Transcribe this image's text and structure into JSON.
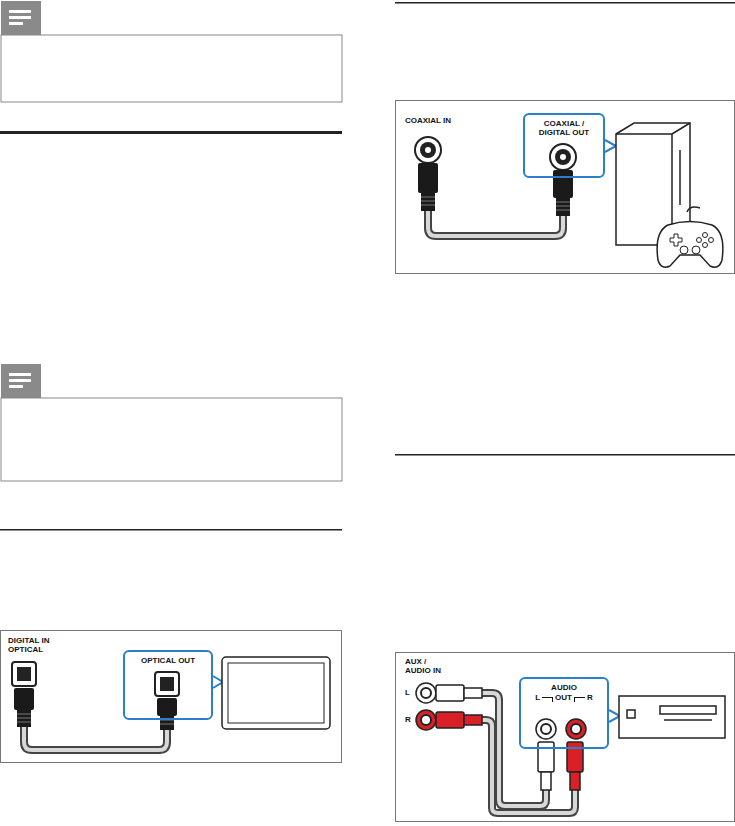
{
  "diagram": {
    "nodes": [
      {
        "text": [
          "COAXIAL / DIGITAL OUT"
        ]
      },
      {
        "text": [
          "OPTICAL OUT"
        ]
      },
      {
        "text": [
          "AUDIO",
          "OUT",
          "L",
          "R"
        ]
      }
    ],
    "labels": [
      "COAXIAL IN",
      "DIGITAL IN OPTICAL",
      "AUX / AUDIO IN",
      "L",
      "R"
    ]
  }
}
